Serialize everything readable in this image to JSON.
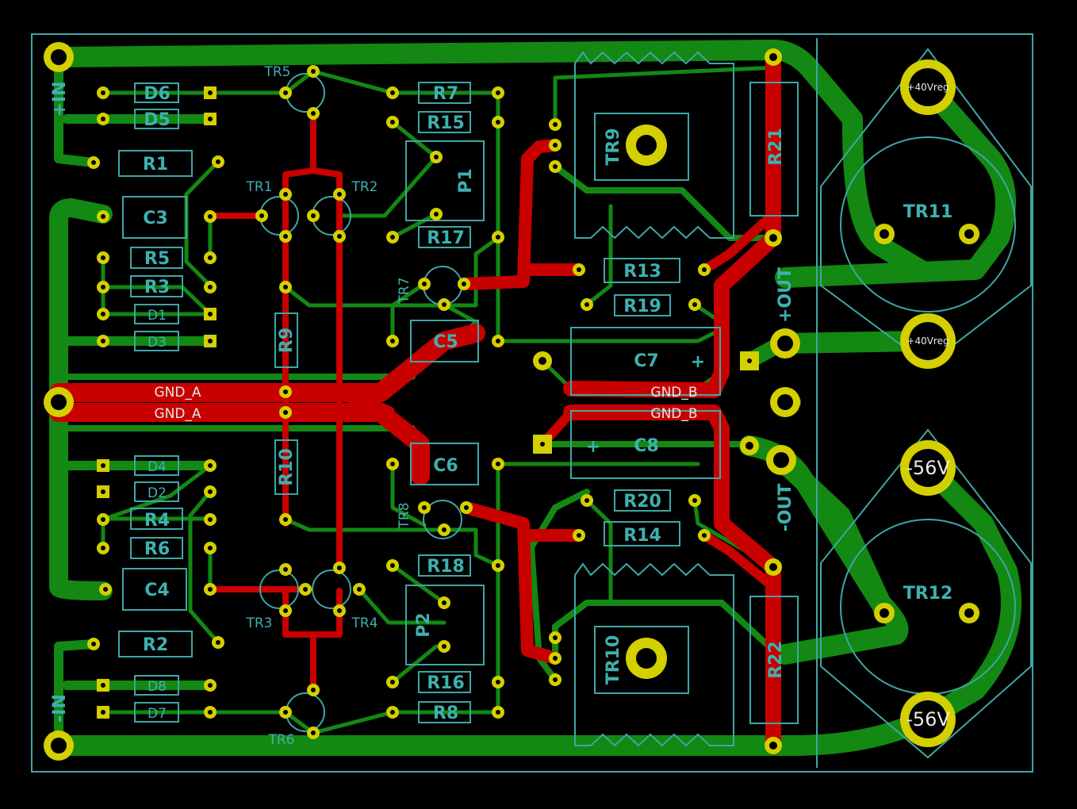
{
  "board": {
    "outline_color": "#d4cf00",
    "pad_color": "#d4cf00",
    "bottom_copper_color": "#138813",
    "top_copper_color": "#c80000",
    "silkscreen_color": "#3fa6a6"
  },
  "components": {
    "D6": "D6",
    "D5": "D5",
    "R1": "R1",
    "C3": "C3",
    "R5": "R5",
    "R3": "R3",
    "D1": "D1",
    "D3": "D3",
    "D4": "D4",
    "D2": "D2",
    "R4": "R4",
    "R6": "R6",
    "C4": "C4",
    "R2": "R2",
    "D8": "D8",
    "D7": "D7",
    "TR5": "TR5",
    "TR1": "TR1",
    "TR2": "TR2",
    "TR3": "TR3",
    "TR4": "TR4",
    "TR6": "TR6",
    "R9": "R9",
    "R10": "R10",
    "R7": "R7",
    "R15": "R15",
    "P1": "P1",
    "R17": "R17",
    "TR7": "TR7",
    "C5": "C5",
    "C6": "C6",
    "TR8": "TR8",
    "R18": "R18",
    "P2": "P2",
    "R16": "R16",
    "R8": "R8",
    "TR9": "TR9",
    "R13": "R13",
    "R19": "R19",
    "C7": "C7",
    "C8": "C8",
    "R20": "R20",
    "R14": "R14",
    "TR10": "TR10",
    "R21": "R21",
    "R22": "R22",
    "TR11": "TR11",
    "TR12": "TR12"
  },
  "nets": {
    "in_pos": "+IN",
    "in_neg": "-IN",
    "out_pos": "+OUT",
    "out_neg": "-OUT",
    "gnd_a": "GND_A",
    "gnd_b": "GND_B",
    "v_pos": "+40Vreg",
    "v_neg": "-56V",
    "plus_sign": "+"
  }
}
